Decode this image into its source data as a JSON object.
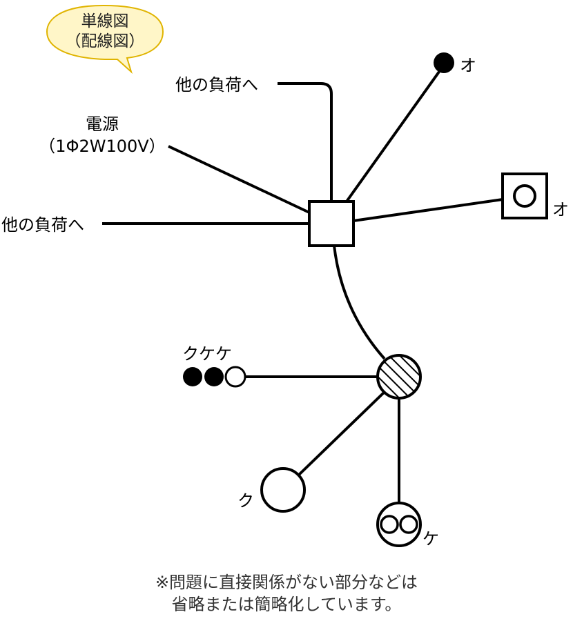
{
  "callout": {
    "line1": "単線図",
    "line2": "（配線図）"
  },
  "labels": {
    "other_load_top": "他の負荷へ",
    "other_load_left": "他の負荷へ",
    "source_line1": "電源",
    "source_line2": "（1Φ2W100V）",
    "lamp_o_top": "オ",
    "lamp_o_right": "オ",
    "switch_group": "クケケ",
    "lamp_ku": "ク",
    "lamp_ke": "ケ"
  },
  "note": {
    "line1": "※問題に直接関係がない部分などは",
    "line2": "省略または簡略化しています。"
  },
  "colors": {
    "line": "#000000",
    "bubble_fill": "#fff6c8",
    "bubble_stroke": "#e0b400"
  }
}
